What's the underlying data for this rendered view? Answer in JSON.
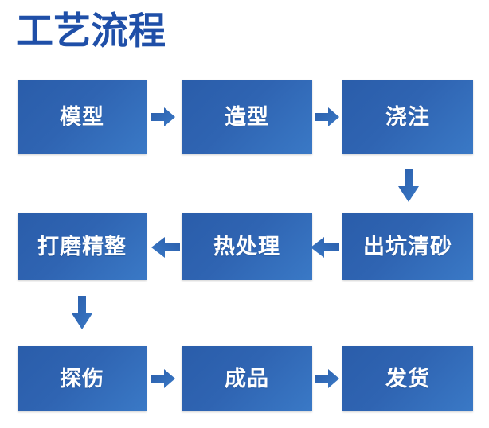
{
  "page": {
    "title": "工艺流程",
    "background_color": "#ffffff",
    "title_color": "#1F4FA8",
    "node_fill_start": "#2a5daa",
    "node_fill_end": "#3a79c6",
    "node_text_color": "#ffffff",
    "arrow_color": "#2a5daa"
  },
  "flow": {
    "rows": [
      {
        "direction": "left-to-right",
        "nodes": [
          {
            "label": "模型"
          },
          {
            "label": "造型"
          },
          {
            "label": "浇注"
          }
        ],
        "connectors": [
          {
            "icon": "arrow-right-icon"
          },
          {
            "icon": "arrow-right-icon"
          }
        ]
      },
      {
        "direction": "right-to-left",
        "nodes": [
          {
            "label": "打磨精整"
          },
          {
            "label": "热处理"
          },
          {
            "label": "出坑清砂"
          }
        ],
        "connectors": [
          {
            "icon": "arrow-left-icon"
          },
          {
            "icon": "arrow-left-icon"
          }
        ]
      },
      {
        "direction": "left-to-right",
        "nodes": [
          {
            "label": "探伤"
          },
          {
            "label": "成品"
          },
          {
            "label": "发货"
          }
        ],
        "connectors": [
          {
            "icon": "arrow-right-icon"
          },
          {
            "icon": "arrow-right-icon"
          }
        ]
      }
    ],
    "row_connectors": [
      {
        "icon": "arrow-down-icon",
        "from": "浇注",
        "to": "出坑清砂",
        "side": "right"
      },
      {
        "icon": "arrow-down-icon",
        "from": "打磨精整",
        "to": "探伤",
        "side": "left"
      }
    ],
    "sequence": [
      "模型",
      "造型",
      "浇注",
      "出坑清砂",
      "热处理",
      "打磨精整",
      "探伤",
      "成品",
      "发货"
    ]
  }
}
